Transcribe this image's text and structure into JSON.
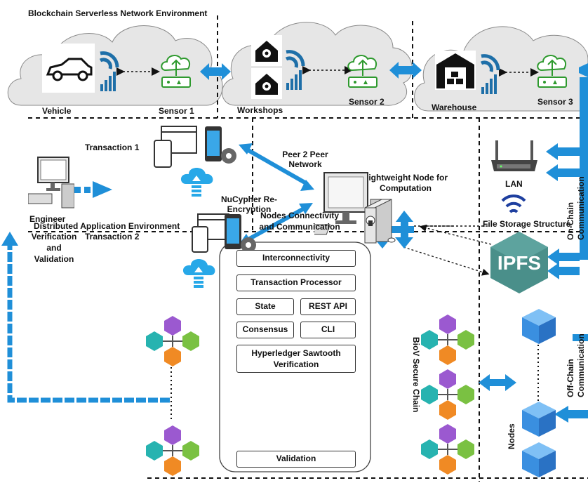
{
  "top": {
    "title": "Blockchain Serverless Network Environment",
    "vehicle": "Vehicle",
    "sensor1": "Sensor 1",
    "workshops": "Workshops",
    "sensor2": "Sensor 2",
    "warehouse": "Warehouse",
    "sensor3": "Sensor 3"
  },
  "middle": {
    "transaction1": "Transaction 1",
    "transaction2": "Transaction 2",
    "engineer": "Engineer",
    "verification": [
      "Verification",
      "and",
      "Validation"
    ],
    "peer": [
      "Peer 2 Peer",
      "Network"
    ],
    "nucypher": [
      "NuCypher Re-",
      "Encryption"
    ],
    "lightweight": [
      "Lightweight Node for",
      "Computation"
    ],
    "lan": "LAN",
    "ipfs": "IPFS",
    "on_chain": [
      "On-Chain",
      "Communication"
    ],
    "file_storage": "File Storage Structure",
    "dist_app_env": "Distributed Application Environment",
    "nodes_conn": [
      "Nodes Connectivity",
      "and Communication"
    ]
  },
  "bottom": {
    "stack": {
      "interconnectivity": "Interconnectivity",
      "transaction_processor": "Transaction Processor",
      "state": "State",
      "rest_api": "REST API",
      "consensus": "Consensus",
      "cli": "CLI",
      "sawtooth": [
        "Hyperledger Sawtooth",
        "Verification"
      ],
      "validation": "Validation"
    },
    "biov_chain": "BioV Secure Chain",
    "nodes": "Nodes",
    "off_chain": [
      "Off-Chain",
      "Communication"
    ]
  },
  "colors": {
    "arrow_blue": "#1f8fd8",
    "ipfs_teal": "#4a8f8a",
    "cloud_gray": "#e8e8e8",
    "sensor_green": "#3aa33a",
    "cube_purple": "#9b59d0",
    "cube_green": "#7ac142",
    "cube_orange": "#f08a24",
    "cube_teal": "#27b3b0",
    "node_blue": "#3a8fe0"
  }
}
